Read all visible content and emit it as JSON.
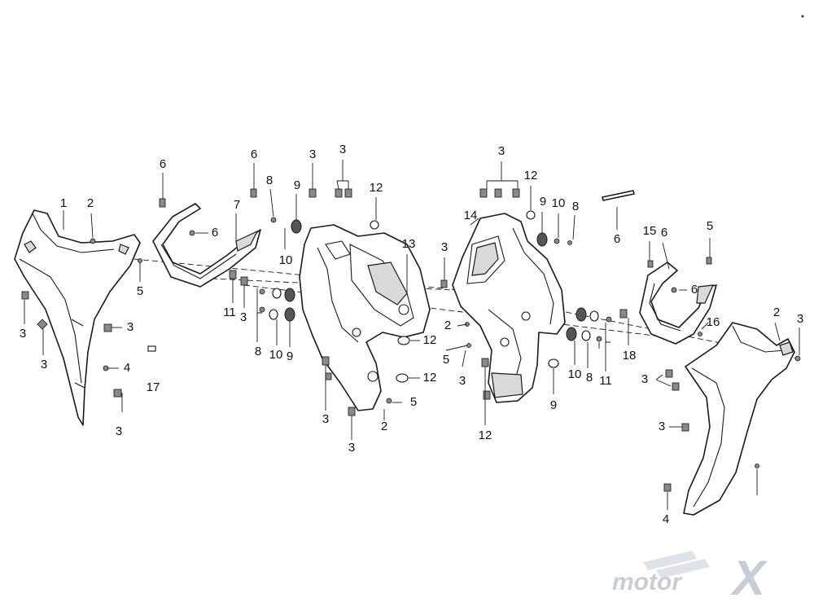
{
  "callouts": [
    {
      "id": "c-1-a",
      "label": "1"
    },
    {
      "id": "c-2-a",
      "label": "2"
    },
    {
      "id": "c-3-a",
      "label": "3"
    },
    {
      "id": "c-3-b",
      "label": "3"
    },
    {
      "id": "c-3-c",
      "label": "3"
    },
    {
      "id": "c-3-d",
      "label": "3"
    },
    {
      "id": "c-4-a",
      "label": "4"
    },
    {
      "id": "c-5-a",
      "label": "5"
    },
    {
      "id": "c-17-a",
      "label": "17"
    },
    {
      "id": "c-6-a",
      "label": "6"
    },
    {
      "id": "c-6-b",
      "label": "6"
    },
    {
      "id": "c-7-a",
      "label": "7"
    },
    {
      "id": "c-6-c",
      "label": "6"
    },
    {
      "id": "c-8-a",
      "label": "8"
    },
    {
      "id": "c-9-a",
      "label": "9"
    },
    {
      "id": "c-10-a",
      "label": "10"
    },
    {
      "id": "c-11-a",
      "label": "11"
    },
    {
      "id": "c-3-e",
      "label": "3"
    },
    {
      "id": "c-8-b",
      "label": "8"
    },
    {
      "id": "c-10-b",
      "label": "10"
    },
    {
      "id": "c-9-b",
      "label": "9"
    },
    {
      "id": "c-3-f",
      "label": "3"
    },
    {
      "id": "c-3-g",
      "label": "3"
    },
    {
      "id": "c-12-a",
      "label": "12"
    },
    {
      "id": "c-13-a",
      "label": "13"
    },
    {
      "id": "c-12-b",
      "label": "12"
    },
    {
      "id": "c-12-c",
      "label": "12"
    },
    {
      "id": "c-5-b",
      "label": "5"
    },
    {
      "id": "c-2-b",
      "label": "2"
    },
    {
      "id": "c-3-h",
      "label": "3"
    },
    {
      "id": "c-3-i",
      "label": "3"
    },
    {
      "id": "c-3-j",
      "label": "3"
    },
    {
      "id": "c-12-d",
      "label": "12"
    },
    {
      "id": "c-14-a",
      "label": "14"
    },
    {
      "id": "c-3-k",
      "label": "3"
    },
    {
      "id": "c-9-c",
      "label": "9"
    },
    {
      "id": "c-10-c",
      "label": "10"
    },
    {
      "id": "c-8-c",
      "label": "8"
    },
    {
      "id": "c-2-c",
      "label": "2"
    },
    {
      "id": "c-5-c",
      "label": "5"
    },
    {
      "id": "c-3-l",
      "label": "3"
    },
    {
      "id": "c-12-e",
      "label": "12"
    },
    {
      "id": "c-9-d",
      "label": "9"
    },
    {
      "id": "c-10-d",
      "label": "10"
    },
    {
      "id": "c-8-d",
      "label": "8"
    },
    {
      "id": "c-11-b",
      "label": "11"
    },
    {
      "id": "c-18-a",
      "label": "18"
    },
    {
      "id": "c-6-d",
      "label": "6"
    },
    {
      "id": "c-15-a",
      "label": "15"
    },
    {
      "id": "c-6-e",
      "label": "6"
    },
    {
      "id": "c-6-f",
      "label": "6"
    },
    {
      "id": "c-5-d",
      "label": "5"
    },
    {
      "id": "c-16-a",
      "label": "16"
    },
    {
      "id": "c-2-d",
      "label": "2"
    },
    {
      "id": "c-3-m",
      "label": "3"
    },
    {
      "id": "c-3-n",
      "label": "3"
    },
    {
      "id": "c-3-o",
      "label": "3"
    },
    {
      "id": "c-4-b",
      "label": "4"
    }
  ],
  "watermark": {
    "word": "motor",
    "mark": "X"
  },
  "colors": {
    "line": "#1a1a1a",
    "fill": "#ffffff",
    "logo": "#c8ccd6"
  }
}
